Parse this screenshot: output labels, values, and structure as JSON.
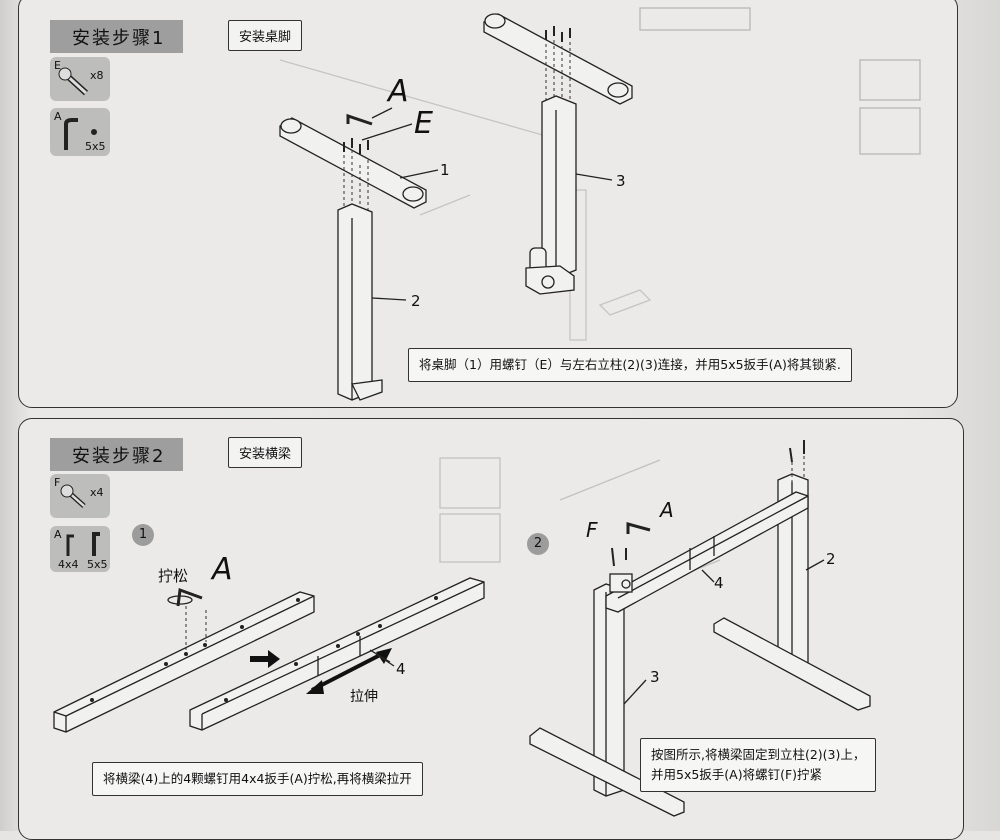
{
  "step1": {
    "title": "安装步骤1",
    "subtitle": "安装桌脚",
    "parts": [
      {
        "letter": "E",
        "qty": "x8",
        "icon": "bolt-icon"
      },
      {
        "letter": "A",
        "qty": "5x5",
        "icon": "hex-key-icon"
      }
    ],
    "labels": {
      "a": "A",
      "e": "E",
      "n1": "1",
      "n2": "2",
      "n3": "3"
    },
    "caption": "将桌脚（1）用螺钉（E）与左右立柱(2)(3)连接，并用5x5扳手(A)将其锁紧."
  },
  "step2": {
    "title": "安装步骤2",
    "subtitle": "安装横梁",
    "parts": [
      {
        "letter": "F",
        "qty": "x4",
        "icon": "screw-icon"
      },
      {
        "letter": "A",
        "qty_a": "4x4",
        "qty_b": "5x5",
        "icon": "hex-key-pair-icon"
      }
    ],
    "sub1": {
      "num": "1",
      "loosen": "拧松",
      "a": "A",
      "stretch": "拉伸",
      "n4": "4",
      "caption": "将横梁(4)上的4颗螺钉用4x4扳手(A)拧松,再将横梁拉开"
    },
    "sub2": {
      "num": "2",
      "f": "F",
      "a": "A",
      "n2": "2",
      "n3": "3",
      "n4": "4",
      "caption_line1": "按图所示,将横梁固定到立柱(2)(3)上，",
      "caption_line2": "并用5x5扳手(A)将螺钉(F)拧紧"
    }
  }
}
